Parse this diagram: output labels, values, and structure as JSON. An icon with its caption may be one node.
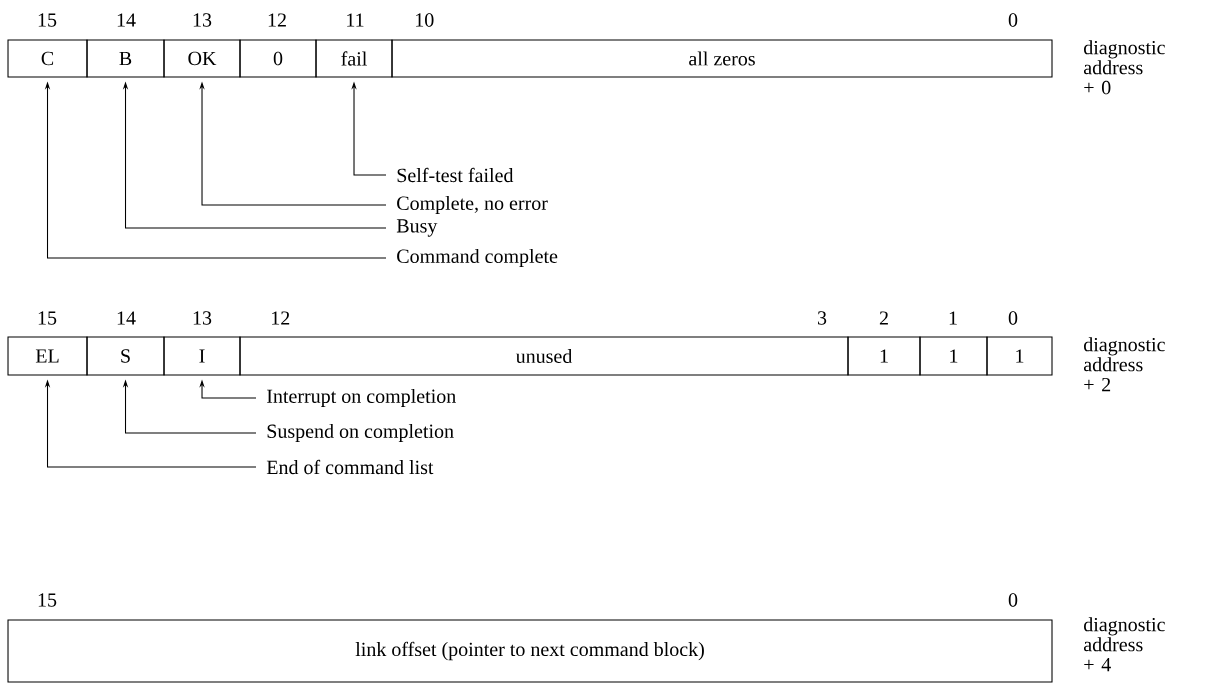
{
  "diagram": {
    "nodes": [
      {
        "text": [
          "C"
        ]
      },
      {
        "text": [
          "B"
        ]
      },
      {
        "text": [
          "OK"
        ]
      },
      {
        "text": [
          "0"
        ]
      },
      {
        "text": [
          "fail"
        ]
      },
      {
        "text": [
          "all zeros"
        ]
      },
      {
        "text": [
          "Self-test failed"
        ]
      },
      {
        "text": [
          "Complete, no error"
        ]
      },
      {
        "text": [
          "Busy"
        ]
      },
      {
        "text": [
          "Command complete"
        ]
      },
      {
        "text": [
          "EL"
        ]
      },
      {
        "text": [
          "S"
        ]
      },
      {
        "text": [
          "I"
        ]
      },
      {
        "text": [
          "unused"
        ]
      },
      {
        "text": [
          "1"
        ]
      },
      {
        "text": [
          "1"
        ]
      },
      {
        "text": [
          "1"
        ]
      },
      {
        "text": [
          "Interrupt on completion"
        ]
      },
      {
        "text": [
          "Suspend on completion"
        ]
      },
      {
        "text": [
          "End of command list"
        ]
      },
      {
        "text": [
          "link offset (pointer to next command block)"
        ]
      }
    ],
    "edges": [
      {
        "from": 6,
        "to": 4,
        "arrow": "to"
      },
      {
        "from": 7,
        "to": 2,
        "arrow": "to"
      },
      {
        "from": 8,
        "to": 1,
        "arrow": "to"
      },
      {
        "from": 9,
        "to": 0,
        "arrow": "to"
      },
      {
        "from": 17,
        "to": 12,
        "arrow": "to"
      },
      {
        "from": 18,
        "to": 11,
        "arrow": "to"
      },
      {
        "from": 19,
        "to": 10,
        "arrow": "to"
      }
    ],
    "labels": [
      "15",
      "14",
      "13",
      "12",
      "11",
      "10",
      "0",
      "diagnostic address + 0",
      "15",
      "14",
      "13",
      "12",
      "3",
      "2",
      "1",
      "0",
      "diagnostic address + 2",
      "15",
      "0",
      "diagnostic address + 4"
    ]
  }
}
